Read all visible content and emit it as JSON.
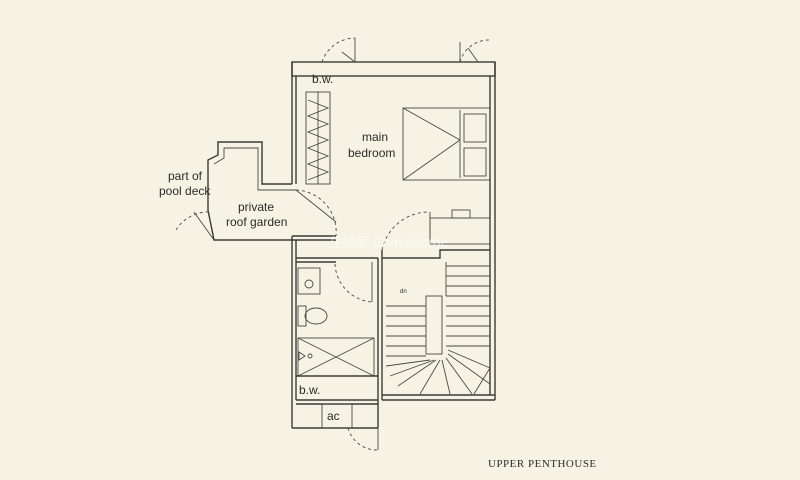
{
  "rooms": {
    "bw_top": "b.w.",
    "main_bedroom_line1": "main",
    "main_bedroom_line2": "bedroom",
    "pool_deck_line1": "part of",
    "pool_deck_line2": "pool deck",
    "roof_garden_line1": "private",
    "roof_garden_line2": "roof garden",
    "bw_bottom": "b.w.",
    "ac": "ac",
    "stair_dn": "dn"
  },
  "watermark": "生活家 ChinaHome",
  "plan_title": "UPPER PENTHOUSE",
  "colors": {
    "background": "#f6f3e4",
    "lines": "#3a3a36"
  }
}
